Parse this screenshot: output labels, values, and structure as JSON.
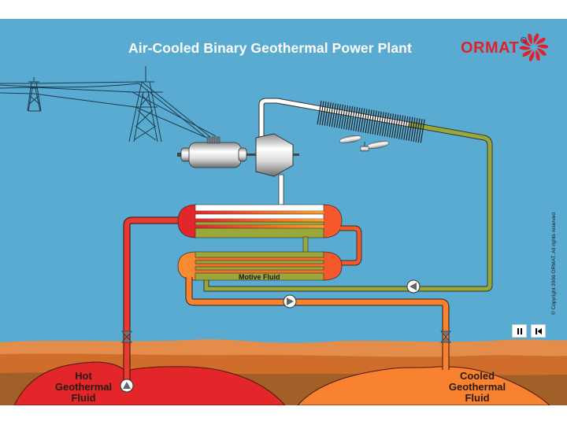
{
  "header": {
    "title": "Air-Cooled Binary Geothermal Power Plant",
    "logo_text": "ORMAT",
    "logo_registered_mark": "®"
  },
  "copyright": "© Copyright 2006 ORMAT. All rights reserved",
  "labels": {
    "motive_fluid": "Motive Fluid",
    "hot_fluid": [
      "Hot",
      "Geothermal",
      "Fluid"
    ],
    "cooled_fluid": [
      "Cooled",
      "Geothermal",
      "Fluid"
    ]
  },
  "controls": {
    "pause_icon": "⏸",
    "rewind_icon": "⏮"
  },
  "colors": {
    "sky": "#5aabd1",
    "hot_fluid": "#e2262a",
    "cooled_fluid": "#f88230",
    "motive_fluid": "#9aa83a",
    "vapor": "#ffffff",
    "brand_red": "#e1202c",
    "ground_light": "#e48d4a",
    "ground_mid": "#cf6d2b",
    "ground_dark": "#a35f28"
  }
}
